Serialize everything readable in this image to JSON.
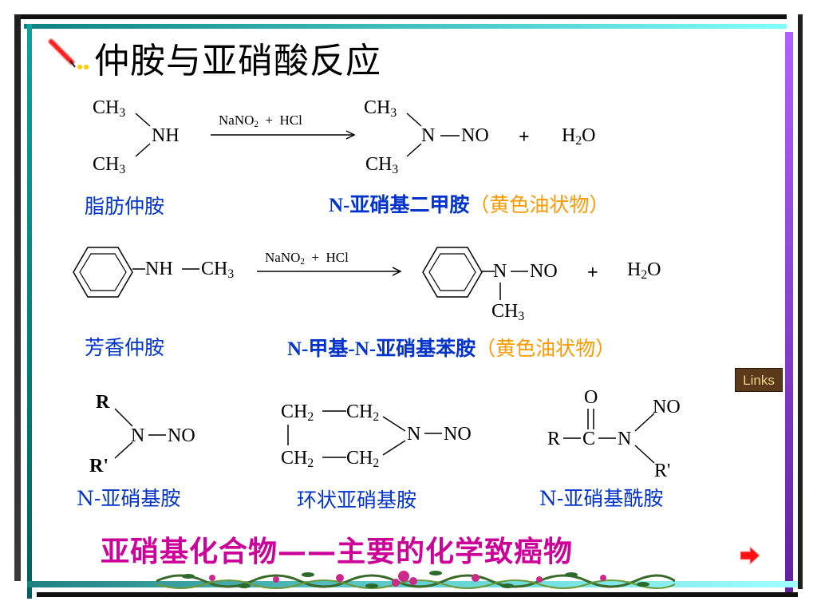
{
  "title": "仲胺与亚硝酸反应",
  "reaction1": {
    "reactant_top": "CH3",
    "reactant_center": "NH",
    "reactant_bottom": "CH3",
    "reagent": "NaNO2  +  HCl",
    "product_top": "CH3",
    "product_center": "N",
    "product_group": "NO",
    "plus": "+",
    "water": "H2O",
    "reactant_label": "脂肪仲胺",
    "product_label": "N-亚硝基二甲胺",
    "product_note": "（黄色油状物）"
  },
  "reaction2": {
    "reactant_group": "NH",
    "reactant_methyl": "CH3",
    "reagent": "NaNO2  +  HCl",
    "product_center": "N",
    "product_group": "NO",
    "product_methyl": "CH3",
    "plus": "+",
    "water": "H2O",
    "reactant_label": "芳香仲胺",
    "product_label": "N-甲基-N-亚硝基苯胺",
    "product_note": "（黄色油状物）"
  },
  "structures": {
    "amine": {
      "r_top": "R",
      "n": "N",
      "no": "NO",
      "r_bottom": "R'",
      "label": "N-亚硝基胺"
    },
    "cyclic": {
      "ch2": "CH2",
      "n": "N",
      "no": "NO",
      "label": "环状亚硝基胺"
    },
    "amide": {
      "o": "O",
      "no": "NO",
      "r": "R",
      "c": "C",
      "n": "N",
      "r_prime": "R'",
      "label": "N-亚硝基酰胺"
    }
  },
  "conclusion": "亚硝基化合物——主要的化学致癌物",
  "links_button": "Links",
  "icons": [
    "pushpin-icon",
    "next-arrow-icon",
    "flower-garland-icon"
  ],
  "colors": {
    "label_blue": "#0033cc",
    "note_orange": "#ff9900",
    "conclusion_magenta": "#cc0099",
    "frame_purple": "#6633cc",
    "frame_teal": "#009999"
  }
}
